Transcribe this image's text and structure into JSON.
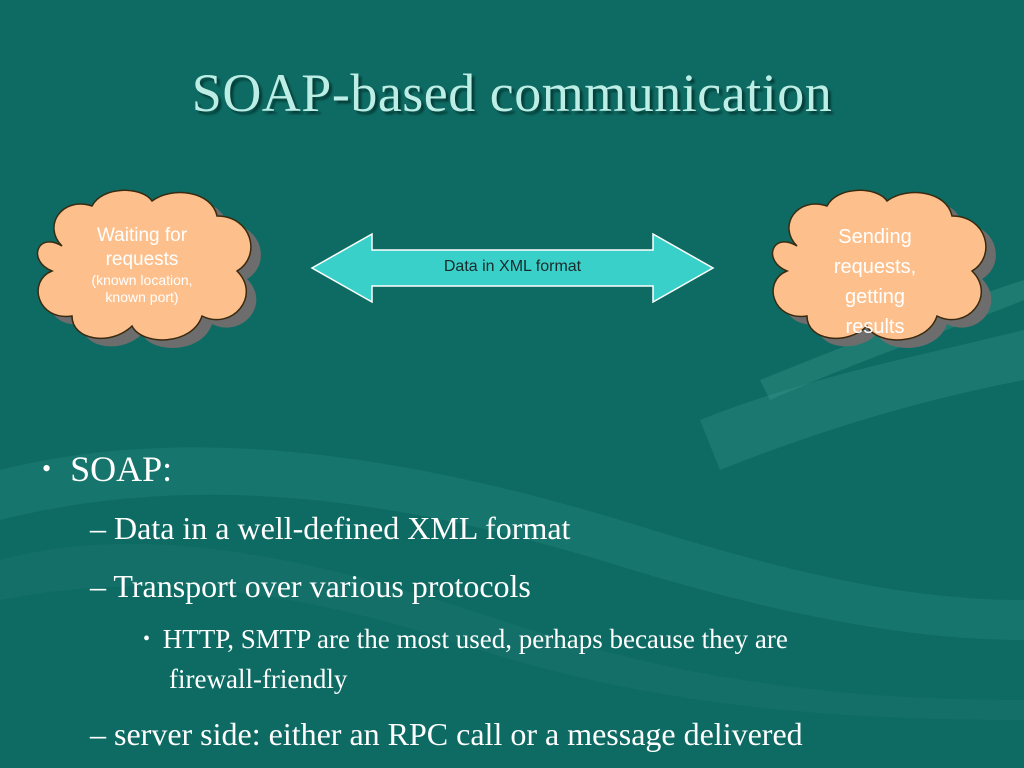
{
  "slide": {
    "title": "SOAP-based communication"
  },
  "diagram": {
    "left_cloud": {
      "line1": "Waiting for",
      "line2": "requests",
      "line3": "(known location,",
      "line4": "known port)",
      "fill": "#fdc08c",
      "outline": "#5a3a1a"
    },
    "right_cloud": {
      "line1": "Sending",
      "line2": "requests,",
      "line3": "getting",
      "line4": "results",
      "fill": "#fdc08c",
      "outline": "#5a3a1a"
    },
    "arrow": {
      "label": "Data in XML format",
      "fill": "#39d0c9"
    }
  },
  "bullets": {
    "b1": {
      "marker": "•",
      "text": "SOAP:"
    },
    "b1a": {
      "marker": "–",
      "text": "Data in a well-defined XML format"
    },
    "b1b": {
      "marker": "–",
      "text": "Transport over various protocols"
    },
    "b1b_i": {
      "marker": "•",
      "text_line1": "HTTP, SMTP are the most used, perhaps because they are",
      "text_line2": "firewall-friendly"
    },
    "b1c": {
      "marker": "–",
      "text": "server side: either an RPC call or a message delivered"
    }
  },
  "colors": {
    "background": "#0e6b63",
    "title": "#bdeee6",
    "text": "#ffffff"
  }
}
